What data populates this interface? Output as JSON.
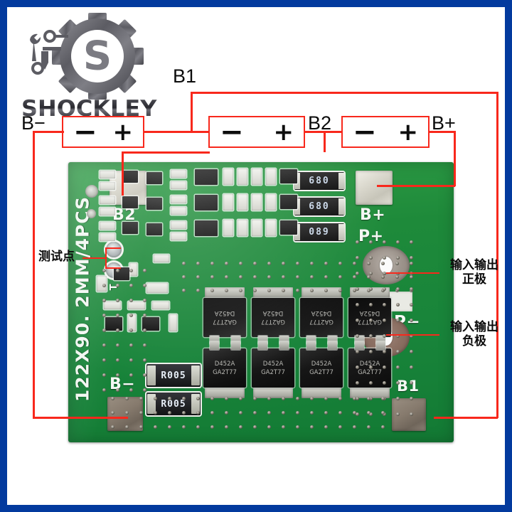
{
  "frame": {
    "border_color": "#033a9e",
    "background": "#ffffff"
  },
  "brand": {
    "name": "SHOCKLEY",
    "logo_letter": "S",
    "logo_icons": [
      "gear-icon",
      "wrench-icon",
      "hammer-icon",
      "small-gear-icon"
    ]
  },
  "schematic": {
    "accent_color": "#f8281c",
    "cells": [
      {
        "id": "cell-1",
        "minus": "−",
        "plus": "+"
      },
      {
        "id": "cell-2",
        "minus": "−",
        "plus": "+"
      },
      {
        "id": "cell-3",
        "minus": "−",
        "plus": "+"
      }
    ],
    "terminals": {
      "b_minus": "B−",
      "b1": "B1",
      "b2": "B2",
      "b_plus": "B+"
    }
  },
  "annotations": {
    "test_point": "测试点",
    "io_positive_line1": "输入输出",
    "io_positive_line2": "正极",
    "io_negative_line1": "输入输出",
    "io_negative_line2": "负极"
  },
  "pcb": {
    "dimension_silk": "122X90. 2MM/4PCS",
    "board_color": "#1e8a3a",
    "silkscreen": {
      "b2": "B2",
      "b_plus": "B+",
      "p_plus": "P+",
      "b_minus": "B−",
      "b1": "B1",
      "p_minus": "P−",
      "test_point": "T"
    },
    "balance_resistors": [
      "680",
      "680",
      "089"
    ],
    "sense_resistors": [
      "R005",
      "R005"
    ],
    "mosfets_top": [
      {
        "line1": "D452A",
        "line2": "GA2T77"
      },
      {
        "line1": "D452A",
        "line2": "GA2T77"
      },
      {
        "line1": "D452A",
        "line2": "GA2T77"
      },
      {
        "line1": "D452A",
        "line2": "GA2T77"
      }
    ],
    "mosfets_bottom": [
      {
        "line1": "D452A",
        "line2": "GA2T77"
      },
      {
        "line1": "D452A",
        "line2": "GA2T77"
      },
      {
        "line1": "D452A",
        "line2": "GA2T77"
      },
      {
        "line1": "D452A",
        "line2": "GA2T77"
      }
    ]
  }
}
